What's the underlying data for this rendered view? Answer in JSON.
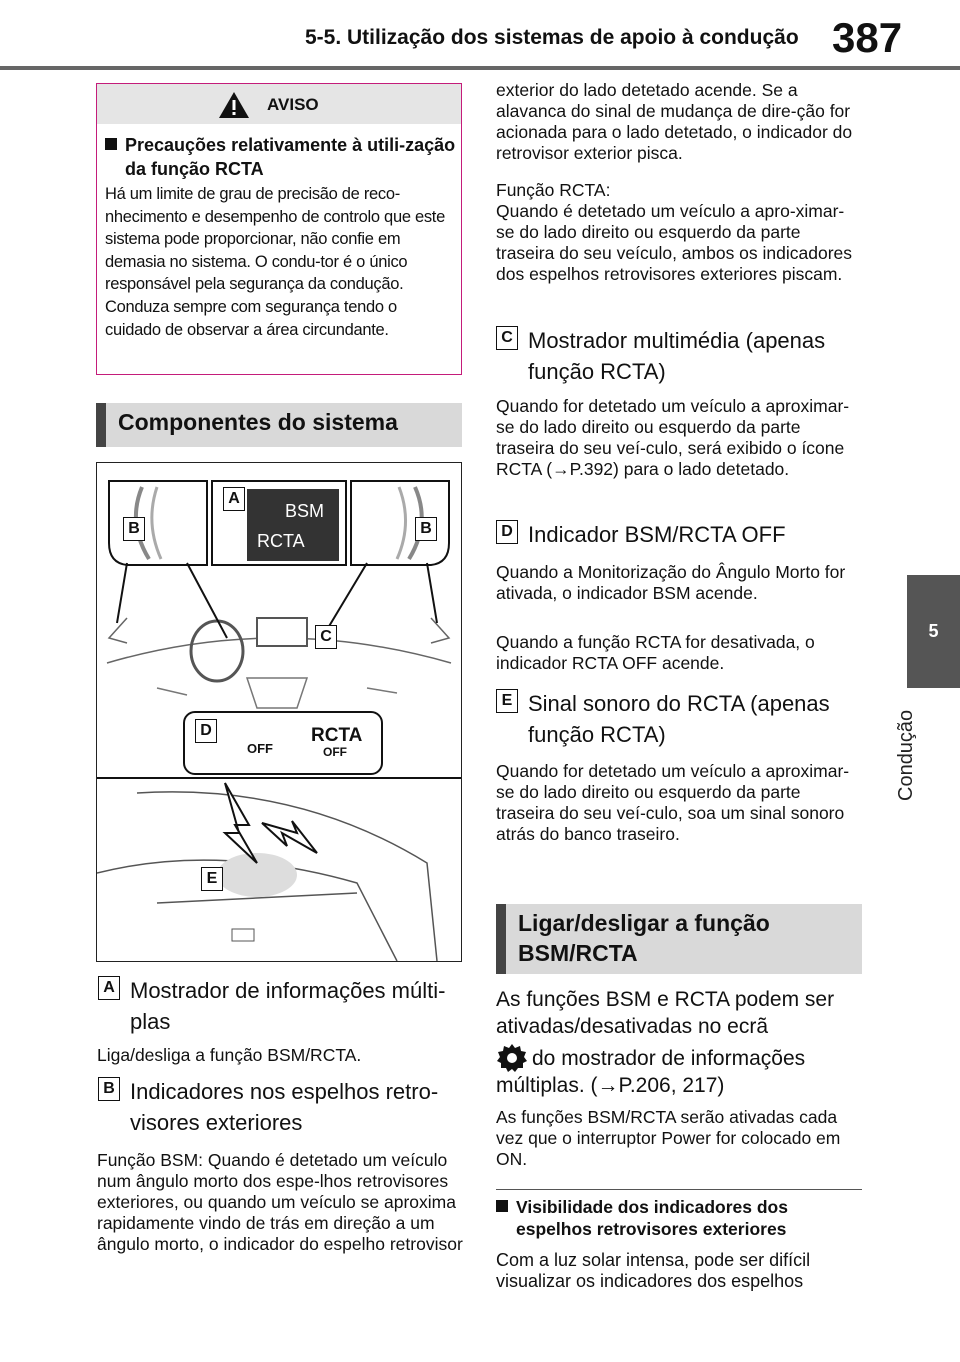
{
  "header": {
    "title": "5-5. Utilização dos sistemas de apoio à condução",
    "page_number": "387"
  },
  "side_tab": {
    "number": "5",
    "label": "Condução"
  },
  "warning": {
    "title": "AVISO",
    "subtitle": "Precauções relativamente à utili-zação da função RCTA",
    "body": "Há um limite de grau de precisão de reco-nhecimento e desempenho de controlo que este sistema pode proporcionar, não confie em demasia no sistema. O condu-tor é o único responsável pela segurança da condução. Conduza sempre com segurança tendo o cuidado de observar a área circundante."
  },
  "sections": {
    "components_title": "Componentes do sistema",
    "toggle_title": "Ligar/desligar a função BSM/RCTA"
  },
  "diagram": {
    "labels": {
      "a": "A",
      "b": "B",
      "c": "C",
      "d": "D",
      "e": "E"
    },
    "display_bsm": "BSM",
    "display_rcta": "RCTA",
    "switch_rcta": "RCTA",
    "switch_off": "OFF"
  },
  "items": [
    {
      "letter": "A",
      "title": "Mostrador de informações múlti-plas",
      "body": "Liga/desliga a função BSM/RCTA."
    },
    {
      "letter": "B",
      "title": "Indicadores nos espelhos retro-visores exteriores",
      "body": "Função BSM: Quando é detetado um veículo num ângulo morto dos espe-lhos retrovisores exteriores, ou quando um veículo se aproxima rapidamente vindo de trás em direção a um ângulo morto, o indicador do espelho retrovisor"
    },
    {
      "letter": "C",
      "title": "Mostrador multimédia (apenas função RCTA)",
      "body": "Quando for detetado um veículo a aproximar-se do lado direito ou esquerdo da parte traseira do seu veí-culo, será exibido o ícone RCTA (→P.392) para o lado detetado."
    },
    {
      "letter": "D",
      "title": "Indicador BSM/RCTA OFF",
      "body1": "Quando a Monitorização do Ângulo Morto for ativada, o indicador BSM acende.",
      "body2": "Quando a função RCTA for desativada, o indicador RCTA OFF acende."
    },
    {
      "letter": "E",
      "title": "Sinal sonoro do RCTA (apenas função RCTA)",
      "body": "Quando for detetado um veículo a aproximar-se do lado direito ou esquerdo da parte traseira do seu veí-culo, soa um sinal sonoro atrás do banco traseiro."
    }
  ],
  "right_col": {
    "b_continued": "exterior do lado detetado acende. Se a alavanca do sinal de mudança de dire-ção for acionada para o lado detetado, o indicador do retrovisor exterior pisca.",
    "rcta_label": "Função RCTA:",
    "rcta_text": "Quando é detetado um veículo a apro-ximar-se do lado direito ou esquerdo da parte traseira do seu veículo, ambos os indicadores dos espelhos retrovisores exteriores piscam.",
    "toggle_intro_1": "As funções BSM e RCTA podem ser ativadas/desativadas no ecrã",
    "toggle_intro_2": "do mostrador de informações múltiplas. (→P.206, 217)",
    "toggle_note": "As funções BSM/RCTA serão ativadas cada vez que o interruptor Power for colocado em ON.",
    "visibility_title": "Visibilidade dos indicadores dos espelhos retrovisores exteriores",
    "visibility_text": "Com a luz solar intensa, pode ser difícil visualizar os indicadores dos espelhos"
  },
  "colors": {
    "warning_border": "#c41c7a",
    "header_rule": "#666666",
    "section_bg": "#d9d9d9"
  }
}
